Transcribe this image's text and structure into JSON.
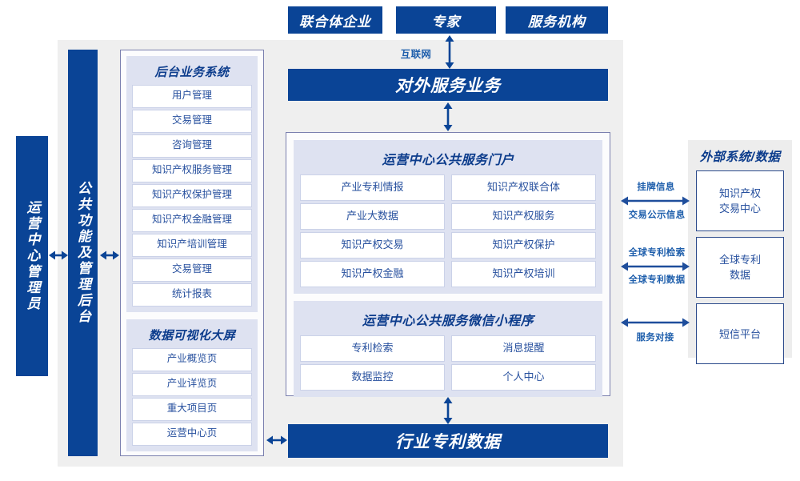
{
  "top_actors": [
    {
      "label": "联合体企业"
    },
    {
      "label": "专家"
    },
    {
      "label": "服务机构"
    }
  ],
  "internet_label": "互联网",
  "external_service_bar": "对外服务业务",
  "industry_data_bar": "行业专利数据",
  "left_roles": {
    "operator": "运营中心管理员",
    "platform": "公共功能及管理后台"
  },
  "backend_panel": {
    "groups": [
      {
        "title": "后台业务系统",
        "items": [
          "用户管理",
          "交易管理",
          "咨询管理",
          "知识产权服务管理",
          "知识产权保护管理",
          "知识产权金融管理",
          "知识产培训管理",
          "交易管理",
          "统计报表"
        ]
      },
      {
        "title": "数据可视化大屏",
        "items": [
          "产业概览页",
          "产业详览页",
          "重大项目页",
          "运营中心页"
        ]
      }
    ]
  },
  "center_panel": {
    "groups": [
      {
        "title": "运营中心公共服务门户",
        "items": [
          "产业专利情报",
          "知识产权联合体",
          "产业大数据",
          "知识产权服务",
          "知识产权交易",
          "知识产权保护",
          "知识产权金融",
          "知识产权培训"
        ]
      },
      {
        "title": "运营中心公共服务微信小程序",
        "items": [
          "专利检索",
          "消息提醒",
          "数据监控",
          "个人中心"
        ]
      }
    ]
  },
  "external_panel": {
    "title": "外部系统/数据",
    "boxes": [
      {
        "label": "知识产权\n交易中心"
      },
      {
        "label": "全球专利\n数据"
      },
      {
        "label": "短信平台"
      }
    ],
    "connectors": [
      {
        "top": "挂牌信息",
        "bottom": "交易公示信息"
      },
      {
        "top": "全球专利检索",
        "bottom": "全球专利数据"
      },
      {
        "top": "",
        "bottom": "服务对接"
      }
    ]
  },
  "colors": {
    "brand_blue": "#0A4496",
    "panel_border": "#7A7FAE",
    "group_bg": "#DEE2F1",
    "frame_bg": "#EFEFEF",
    "text_blue": "#27509E"
  }
}
